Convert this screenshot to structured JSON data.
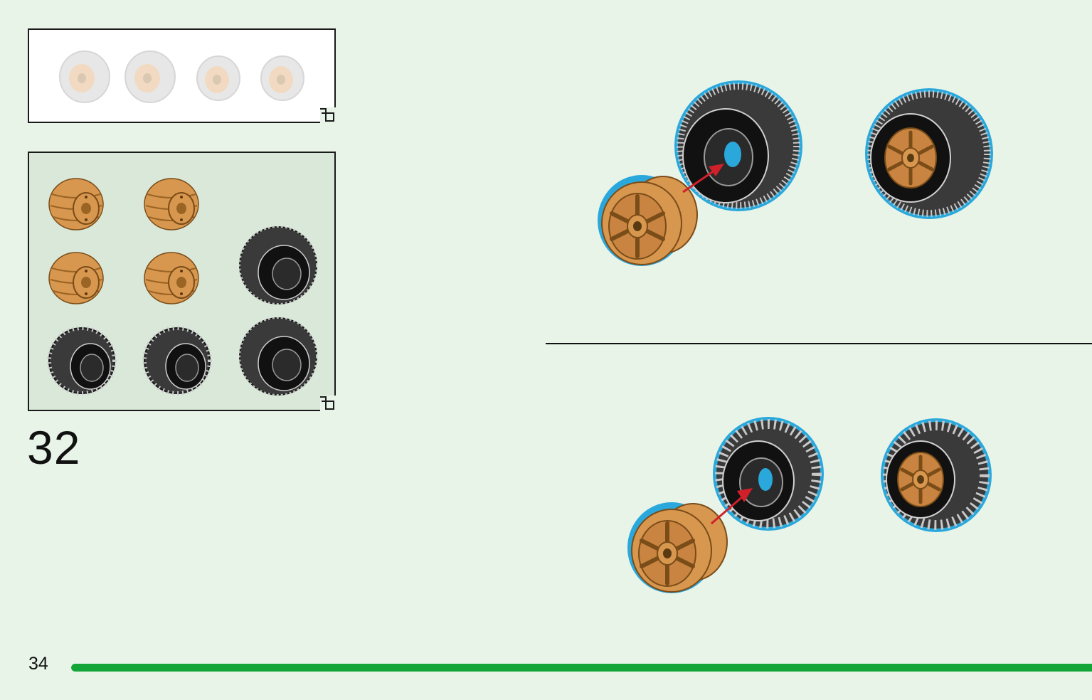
{
  "step": {
    "number": "32"
  },
  "page": {
    "number": "34"
  },
  "progress": {
    "fraction": 1.0,
    "color": "#13a538"
  },
  "colors": {
    "background": "#e9f4e9",
    "parts_box": "#d9e8d9",
    "rim": "#d8974f",
    "rim_dark": "#9a6424",
    "tire": "#2b2b2b",
    "highlight": "#2aa8dc",
    "arrow": "#d0202a"
  },
  "previous_step": {
    "items": [
      {
        "name": "wheel-large-icon"
      },
      {
        "name": "wheel-large-icon"
      },
      {
        "name": "wheel-small-icon"
      },
      {
        "name": "wheel-small-icon"
      }
    ]
  },
  "parts": {
    "items": [
      {
        "name": "rim-icon"
      },
      {
        "name": "rim-icon"
      },
      {
        "name": "rim-icon"
      },
      {
        "name": "rim-icon"
      },
      {
        "name": "slick-tire-icon"
      },
      {
        "name": "treaded-tire-icon"
      },
      {
        "name": "treaded-tire-icon"
      },
      {
        "name": "slick-tire-icon"
      }
    ]
  },
  "assembly": {
    "top": {
      "tire": "slick-tire-icon",
      "rim": "rim-icon",
      "result": "assembled-wheel-icon",
      "arrow": "insert-arrow-icon"
    },
    "bottom": {
      "tire": "treaded-tire-icon",
      "rim": "rim-icon",
      "result": "assembled-wheel-icon",
      "arrow": "insert-arrow-icon"
    }
  }
}
